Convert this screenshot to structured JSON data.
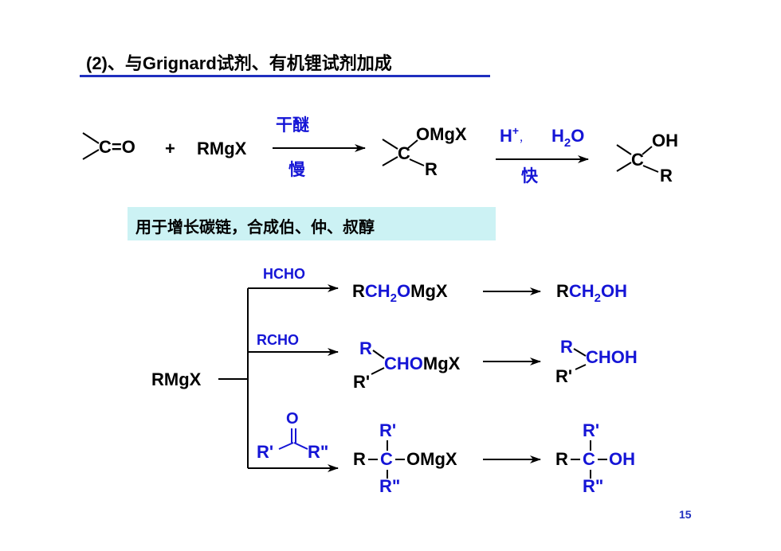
{
  "slide": {
    "title": "(2)、与Grignard试剂、有机锂试剂加成",
    "note": "用于增长碳链，合成伯、仲、叔醇",
    "page_number": "15"
  },
  "general_reaction": {
    "carbonyl": "C=O",
    "plus": "+",
    "reagent": "RMgX",
    "step1_top": "干醚",
    "step1_bottom": "慢",
    "intermediate_c": "C",
    "intermediate_o": "OMgX",
    "intermediate_r": "R",
    "step2_h": "H",
    "step2_plus": "+",
    "step2_comma": "，",
    "step2_h2o_h": "H",
    "step2_h2o_sub": "2",
    "step2_h2o_o": "O",
    "step2_bottom": "快",
    "product_c": "C",
    "product_oh": "OH",
    "product_r": "R"
  },
  "branches": {
    "start": "RMgX",
    "hcho": {
      "reagent": "HCHO",
      "int_r": "R",
      "int_ch": "CH",
      "int_sub": "2",
      "int_o": "O",
      "int_mgx": "MgX",
      "prod_r": "R",
      "prod_ch": "CH",
      "prod_sub": "2",
      "prod_oh": "OH"
    },
    "rcho": {
      "reagent": "RCHO",
      "int_r": "R",
      "int_rp": "R'",
      "int_cho": "CHO",
      "int_mgx": "MgX",
      "prod_r": "R",
      "prod_rp": "R'",
      "prod_choh": "CHOH"
    },
    "ketone": {
      "reagent_o": "O",
      "reagent_rp": "R'",
      "reagent_rpp": "R\"",
      "int_top": "R'",
      "int_r": "R",
      "int_c": "C",
      "int_omgx": "OMgX",
      "int_bottom": "R\"",
      "prod_top": "R'",
      "prod_r": "R",
      "prod_c": "C",
      "prod_oh": "OH",
      "prod_bottom": "R\""
    }
  },
  "colors": {
    "highlight_blue": "#1515d6",
    "rule_blue": "#1f2fbf",
    "note_background": "#ccf2f4"
  }
}
